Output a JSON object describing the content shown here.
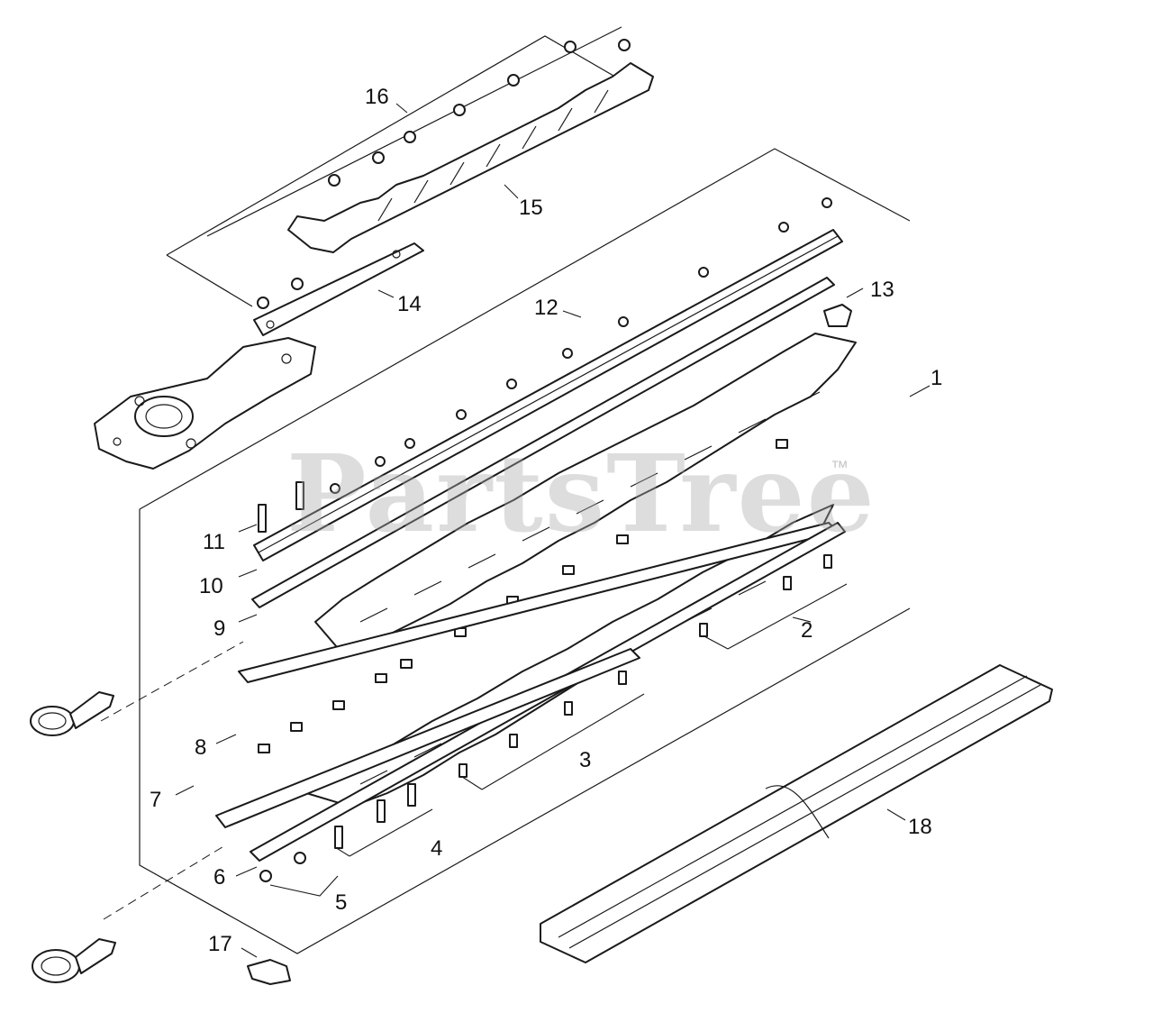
{
  "watermark": {
    "text": "PartsTree",
    "mark": "™"
  },
  "callouts": [
    {
      "id": "1",
      "label": "1"
    },
    {
      "id": "2",
      "label": "2"
    },
    {
      "id": "3",
      "label": "3"
    },
    {
      "id": "4",
      "label": "4"
    },
    {
      "id": "5",
      "label": "5"
    },
    {
      "id": "6",
      "label": "6"
    },
    {
      "id": "7",
      "label": "7"
    },
    {
      "id": "8",
      "label": "8"
    },
    {
      "id": "9",
      "label": "9"
    },
    {
      "id": "10",
      "label": "10"
    },
    {
      "id": "11",
      "label": "11"
    },
    {
      "id": "12",
      "label": "12"
    },
    {
      "id": "13",
      "label": "13"
    },
    {
      "id": "14",
      "label": "14"
    },
    {
      "id": "15",
      "label": "15"
    },
    {
      "id": "16",
      "label": "16"
    },
    {
      "id": "17",
      "label": "17"
    },
    {
      "id": "18",
      "label": "18"
    }
  ]
}
